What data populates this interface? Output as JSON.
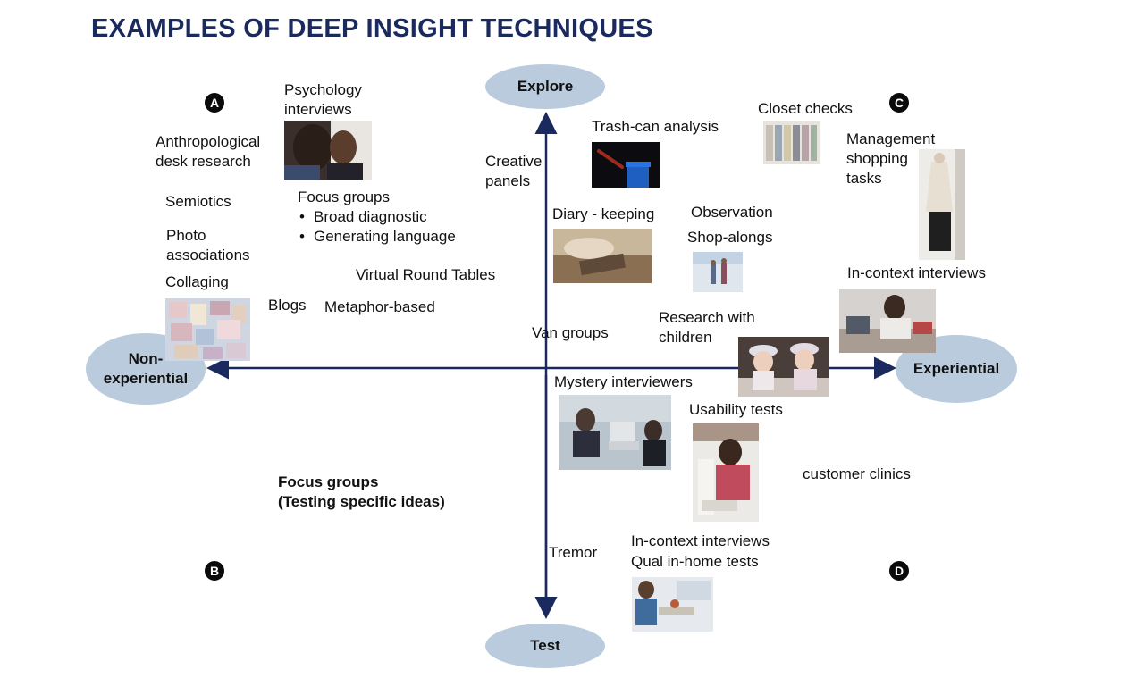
{
  "title": "EXAMPLES OF DEEP INSIGHT TECHNIQUES",
  "axes": {
    "top": "Explore",
    "bottom": "Test",
    "left": "Non-\nexperiential",
    "right": "Experiential"
  },
  "quadrant_badges": {
    "a": "A",
    "b": "B",
    "c": "C",
    "d": "D"
  },
  "techniques": {
    "psychology_interviews": "Psychology\ninterviews",
    "anthropological": "Anthropological\ndesk research",
    "semiotics": "Semiotics",
    "focus_groups_title": "Focus groups",
    "focus_groups_items": [
      "Broad diagnostic",
      "Generating language"
    ],
    "photo_associations": "Photo\nassociations",
    "collaging": "Collaging",
    "blogs": "Blogs",
    "virtual_round_tables": "Virtual Round Tables",
    "metaphor_based": "Metaphor-based",
    "creative_panels": "Creative\npanels",
    "trash_can": "Trash-can analysis",
    "diary_keeping": "Diary - keeping",
    "closet_checks": "Closet checks",
    "management_shopping": "Management\nshopping\ntasks",
    "observation": "Observation",
    "shop_alongs": "Shop-alongs",
    "in_context_interviews_c": "In-context interviews",
    "van_groups": "Van groups",
    "research_children": "Research with\nchildren",
    "mystery_interviewers": "Mystery interviewers",
    "usability_tests": "Usability tests",
    "customer_clinics": "customer clinics",
    "focus_groups_testing": "Focus groups\n(Testing specific ideas)",
    "tremor": "Tremor",
    "in_context_interviews_d": "In-context interviews",
    "qual_in_home": "Qual in-home tests"
  },
  "colors": {
    "title": "#1b2a5e",
    "axis": "#1b2a5e",
    "oval": "#b9cbdc"
  }
}
